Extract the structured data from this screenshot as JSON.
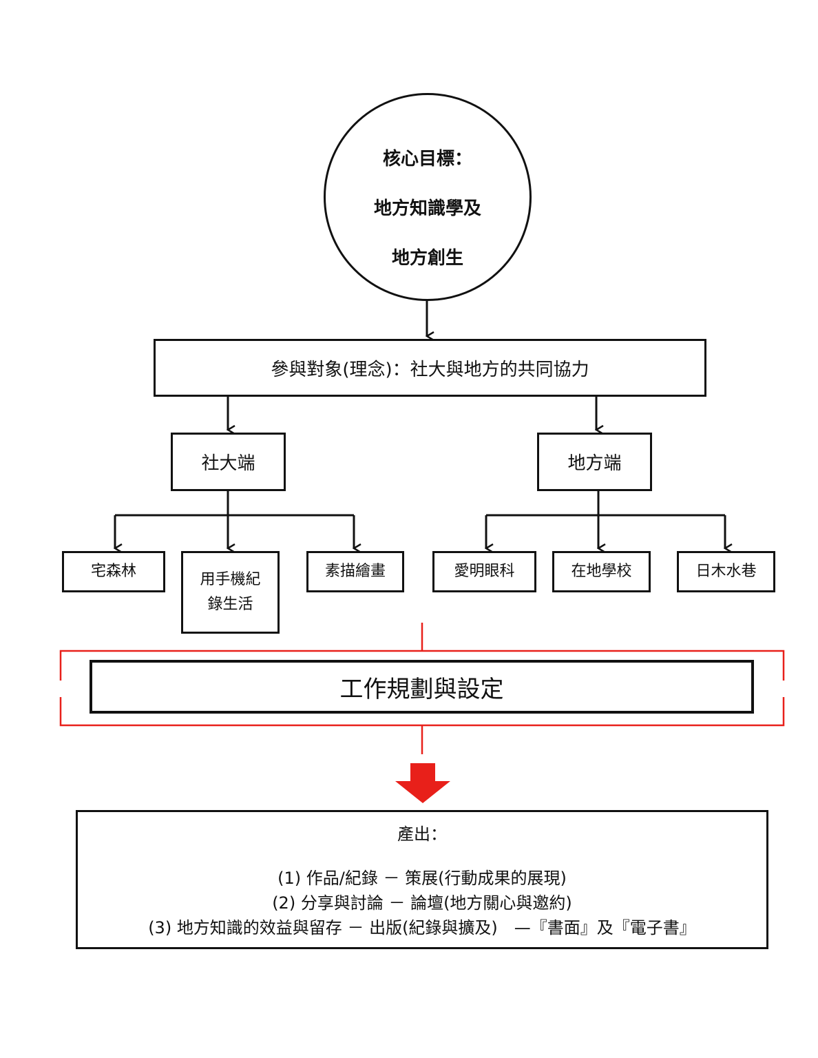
{
  "core": {
    "line1": "核心目標：",
    "line2": "地方知識學及",
    "line3": "地方創生"
  },
  "participants": "參與對象(理念)：社大與地方的共同協力",
  "branches": {
    "left": {
      "label": "社大端",
      "children": [
        "宅森林",
        "用手機紀錄生活",
        "素描繪畫"
      ]
    },
    "right": {
      "label": "地方端",
      "children": [
        "愛明眼科",
        "在地學校",
        "日木水巷"
      ]
    }
  },
  "planning": "工作規劃與設定",
  "output": {
    "title": "產出：",
    "items": [
      "(1) 作品/紀錄 － 策展(行動成果的展現)",
      "(2) 分享與討論 － 論壇(地方關心與邀約)",
      "(3) 地方知識的效益與留存 － 出版(紀錄與擴及)　—『書面』及『電子書』"
    ]
  },
  "colors": {
    "line": "#111111",
    "accent_red": "#e8201a"
  }
}
